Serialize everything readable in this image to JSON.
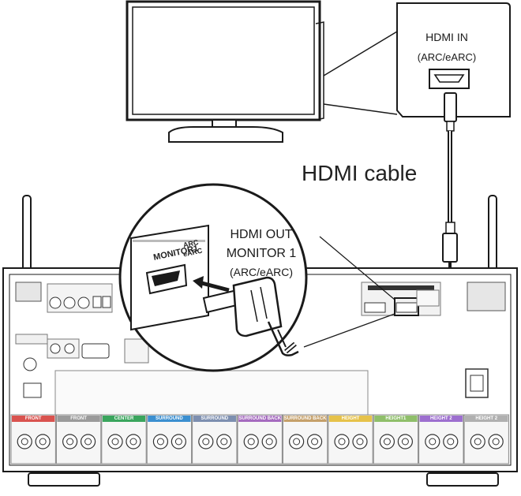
{
  "callouts": {
    "hdmi_in": "HDMI IN",
    "hdmi_in_arc": "(ARC/eARC)",
    "hdmi_cable": "HDMI cable",
    "hdmi_out": "HDMI OUT",
    "monitor_1": "MONITOR 1",
    "hdmi_out_arc": "(ARC/eARC)"
  },
  "zoom_panel": {
    "port_name": "MONITOR1",
    "arc": "ARC",
    "earc": "eARC"
  },
  "speaker_terminals": [
    "FRONT",
    "FRONT",
    "CENTER",
    "SURROUND",
    "SURROUND",
    "SURROUND BACK",
    "SURROUND BACK",
    "HEIGHT",
    "HEIGHT1",
    "HEIGHT 2",
    "HEIGHT 2"
  ],
  "colors": {
    "front_l": "#d9534f",
    "front_r": "#9a9a9a",
    "center": "#3aa55d",
    "surround_l": "#3b8fd0",
    "surround_r": "#7d8fb0",
    "surround_back_l": "#a56bbf",
    "surround_back_r": "#c5a06a",
    "height_l": "#e6c24a",
    "height1_r": "#8fbf6a",
    "height2_l": "#9d6fcf",
    "height2_r": "#b0b0b0"
  }
}
